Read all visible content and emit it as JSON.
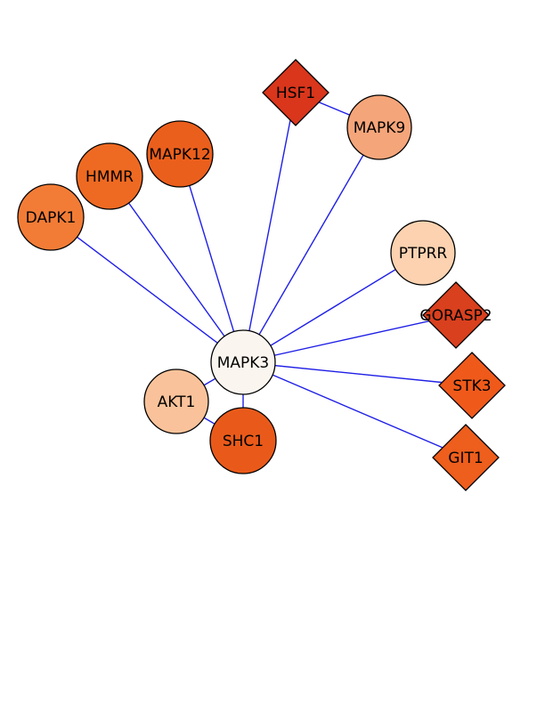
{
  "diagram": {
    "center": "MAPK3",
    "nodes": [
      {
        "id": "MAPK3",
        "label": "MAPK3",
        "shape": "circle",
        "color": "#fbf5f0"
      },
      {
        "id": "HSF1",
        "label": "HSF1",
        "shape": "diamond",
        "color": "#d9361c"
      },
      {
        "id": "MAPK9",
        "label": "MAPK9",
        "shape": "circle",
        "color": "#f5a57a"
      },
      {
        "id": "MAPK12",
        "label": "MAPK12",
        "shape": "circle",
        "color": "#eb5f1c"
      },
      {
        "id": "HMMR",
        "label": "HMMR",
        "shape": "circle",
        "color": "#ee6a22"
      },
      {
        "id": "DAPK1",
        "label": "DAPK1",
        "shape": "circle",
        "color": "#f27c36"
      },
      {
        "id": "PTPRR",
        "label": "PTPRR",
        "shape": "circle",
        "color": "#fcd2b0"
      },
      {
        "id": "GORASP2",
        "label": "GORASP2",
        "shape": "diamond",
        "color": "#d9401e"
      },
      {
        "id": "STK3",
        "label": "STK3",
        "shape": "diamond",
        "color": "#ef5a1a"
      },
      {
        "id": "GIT1",
        "label": "GIT1",
        "shape": "diamond",
        "color": "#ee5e1c"
      },
      {
        "id": "AKT1",
        "label": "AKT1",
        "shape": "circle",
        "color": "#f9c29a"
      },
      {
        "id": "SHC1",
        "label": "SHC1",
        "shape": "circle",
        "color": "#e95a1a"
      }
    ],
    "edges": [
      [
        "MAPK3",
        "HSF1"
      ],
      [
        "MAPK3",
        "MAPK9"
      ],
      [
        "MAPK3",
        "MAPK12"
      ],
      [
        "MAPK3",
        "HMMR"
      ],
      [
        "MAPK3",
        "DAPK1"
      ],
      [
        "MAPK3",
        "PTPRR"
      ],
      [
        "MAPK3",
        "GORASP2"
      ],
      [
        "MAPK3",
        "STK3"
      ],
      [
        "MAPK3",
        "GIT1"
      ],
      [
        "MAPK3",
        "AKT1"
      ],
      [
        "MAPK3",
        "SHC1"
      ],
      [
        "HSF1",
        "MAPK9"
      ],
      [
        "AKT1",
        "SHC1"
      ]
    ],
    "edge_color": "#1f1fe6"
  }
}
